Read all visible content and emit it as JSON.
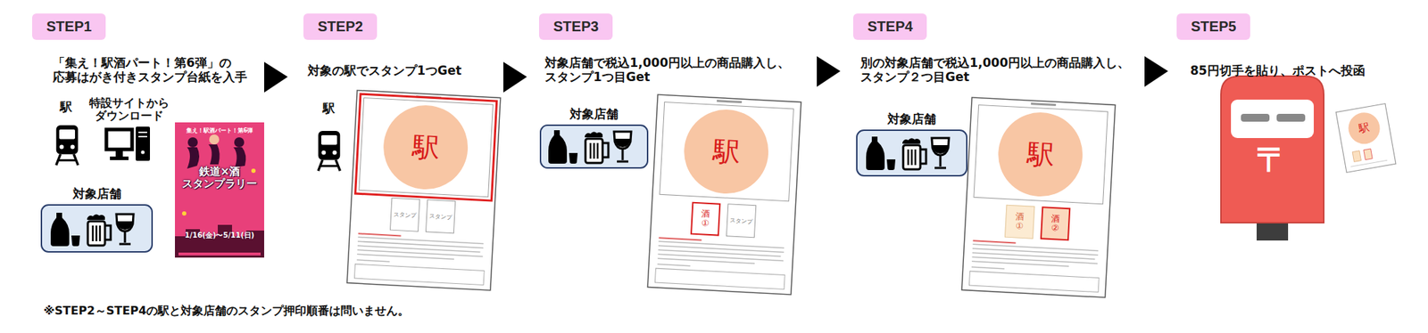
{
  "diagram": {
    "nodes": [
      {
        "text": [
          "STEP1"
        ]
      },
      {
        "text": [
          "対象店舗"
        ]
      },
      {
        "text": [
          "集え！駅酒パート！第6弾",
          "鉄道×酒 スタンプラリー",
          "1/16(金)〜5/11(日)"
        ]
      },
      {
        "text": [
          "STEP2"
        ]
      },
      {
        "text": [
          "駅"
        ]
      },
      {
        "text": [
          "スタンプ"
        ]
      },
      {
        "text": [
          "スタンプ"
        ]
      },
      {
        "text": [
          "STEP3"
        ]
      },
      {
        "text": [
          "対象店舗"
        ]
      },
      {
        "text": [
          "駅"
        ]
      },
      {
        "text": [
          "酒 ①"
        ]
      },
      {
        "text": [
          "スタンプ"
        ]
      },
      {
        "text": [
          "STEP4"
        ]
      },
      {
        "text": [
          "対象店舗"
        ]
      },
      {
        "text": [
          "駅"
        ]
      },
      {
        "text": [
          "酒 ①"
        ]
      },
      {
        "text": [
          "酒 ②"
        ]
      },
      {
        "text": [
          "STEP5"
        ]
      },
      {
        "text": [
          "駅"
        ]
      }
    ],
    "labels": [
      "「集え！駅酒パート！第6弾」の 応募はがき付きスタンプ台紙を入手",
      "駅",
      "特設サイトから ダウンロード",
      "対象の駅でスタンプ1つGet",
      "駅",
      "対象店舗で税込1,000円以上の商品購入し、 スタンプ1つ目Get",
      "別の対象店舗で税込1,000円以上の商品購入し、 スタンプ２つ目Get",
      "85円切手を貼り、ポストへ投函",
      "〒",
      "※STEP2～STEP4の駅と対象店舗のスタンプ押印順番は問いません。"
    ]
  }
}
